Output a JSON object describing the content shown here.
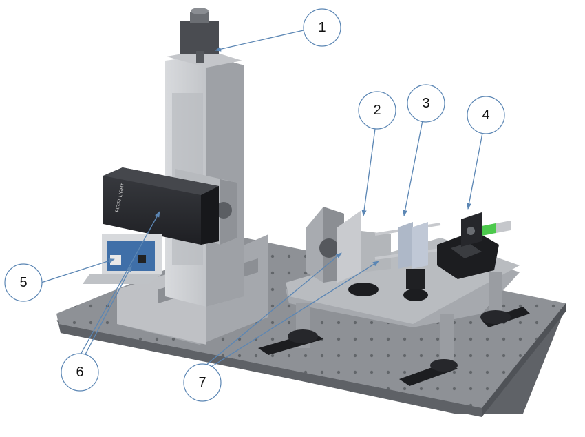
{
  "callouts": [
    {
      "label": "1"
    },
    {
      "label": "2"
    },
    {
      "label": "3"
    },
    {
      "label": "4"
    },
    {
      "label": "5"
    },
    {
      "label": "6"
    },
    {
      "label": "7"
    }
  ],
  "device": {
    "brand_text": "FIRST LIGHT"
  },
  "colors": {
    "callout_stroke": "#5b86b4",
    "board": "#8e9196",
    "metal": "#c9cbcf",
    "camera": "#2b2d31",
    "pcb": "#3f6fa8",
    "knob": "#1c1d20",
    "laser": "#4cc94c"
  }
}
